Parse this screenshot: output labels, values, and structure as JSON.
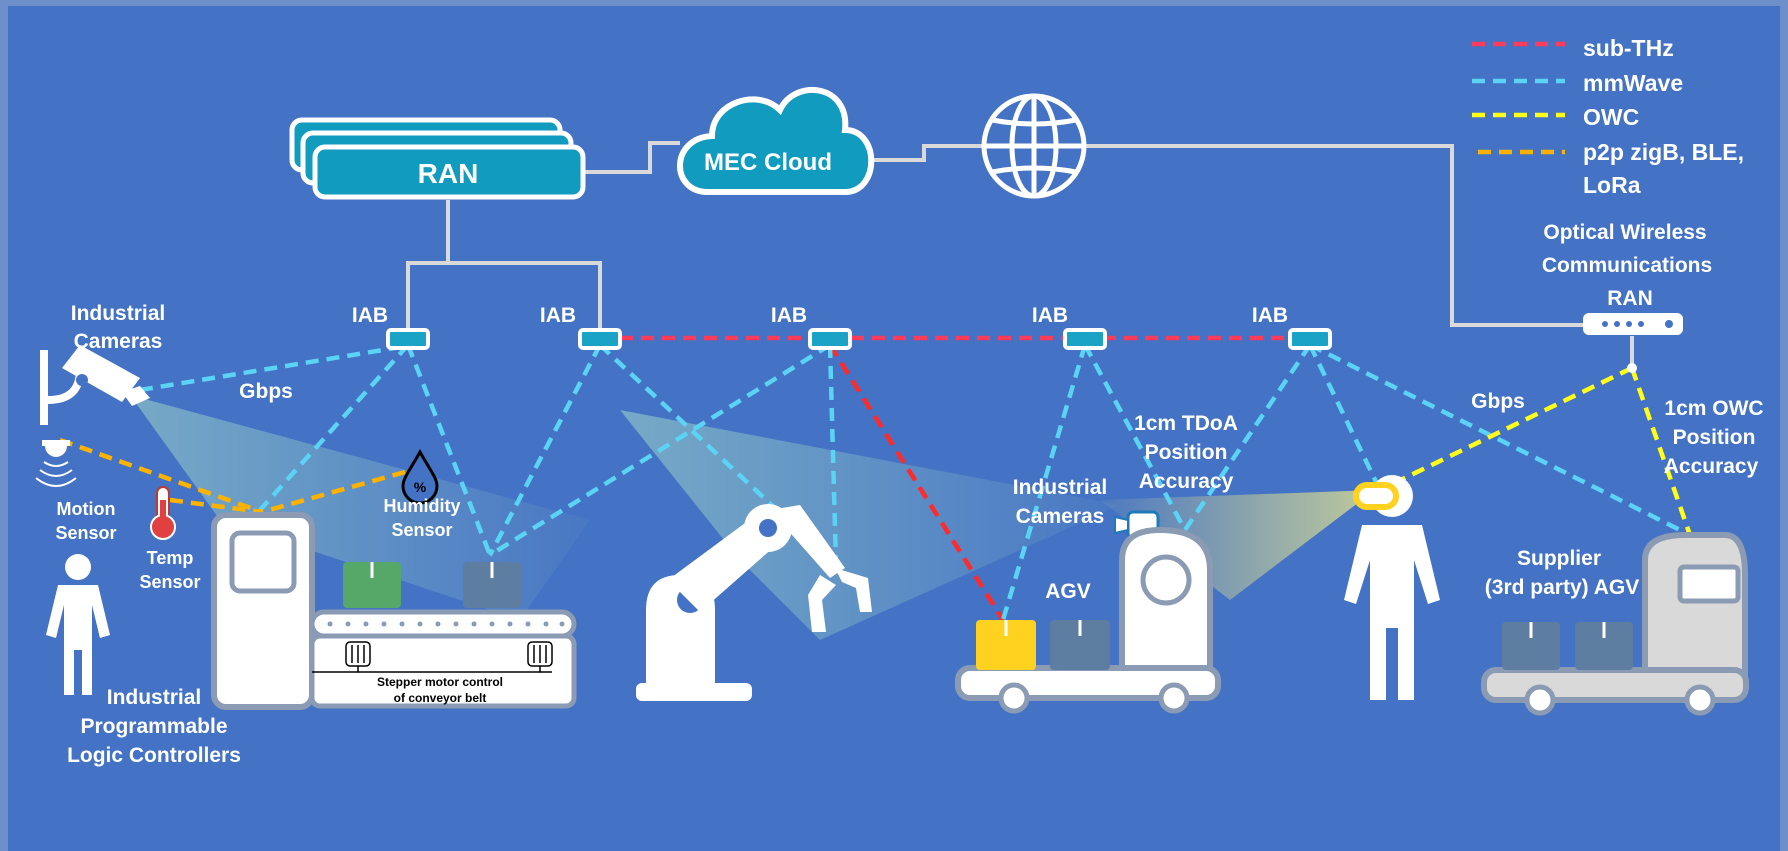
{
  "colors": {
    "background": "#4472c4",
    "sub_thz": "#ff3b5c",
    "mmwave": "#5bd3f5",
    "owc": "#ffff1a",
    "p2p": "#ffb300",
    "ran_box": "#119bbf",
    "cloud": "#119bbf",
    "package_green": "#55a867",
    "package_yellow": "#ffd21f",
    "package_grey": "#5d7ea0"
  },
  "legend": [
    {
      "label": "sub-THz",
      "color": "#ff3b5c"
    },
    {
      "label": "mmWave",
      "color": "#5bd3f5"
    },
    {
      "label": "OWC",
      "color": "#ffff1a"
    },
    {
      "label": "p2p zigB, BLE,",
      "label2": "LoRa",
      "color": "#ffb300"
    }
  ],
  "ran": {
    "label": "RAN"
  },
  "mec": {
    "label": "MEC Cloud"
  },
  "globe_icon": "globe-icon",
  "owc_ran": {
    "line1": "Optical Wireless",
    "line2": "Communications",
    "line3": "RAN"
  },
  "iab_label": "IAB",
  "labels": {
    "industrial_cameras_1": "Industrial",
    "industrial_cameras_2": "Cameras",
    "gbps_left": "Gbps",
    "gbps_right": "Gbps",
    "motion_1": "Motion",
    "motion_2": "Sensor",
    "temp_1": "Temp",
    "temp_2": "Sensor",
    "humidity_1": "Humidity",
    "humidity_2": "Sensor",
    "humidity_symbol": "%",
    "plc_1": "Industrial",
    "plc_2": "Programmable",
    "plc_3": "Logic Controllers",
    "stepper_1": "Stepper motor control",
    "stepper_2": "of conveyor belt",
    "cam2_1": "Industrial",
    "cam2_2": "Cameras",
    "agv": "AGV",
    "tdoa_1": "1cm TDoA",
    "tdoa_2": "Position",
    "tdoa_3": "Accuracy",
    "owc_acc_1": "1cm OWC",
    "owc_acc_2": "Position",
    "owc_acc_3": "Accuracy",
    "supplier_1": "Supplier",
    "supplier_2": "(3rd party) AGV"
  }
}
